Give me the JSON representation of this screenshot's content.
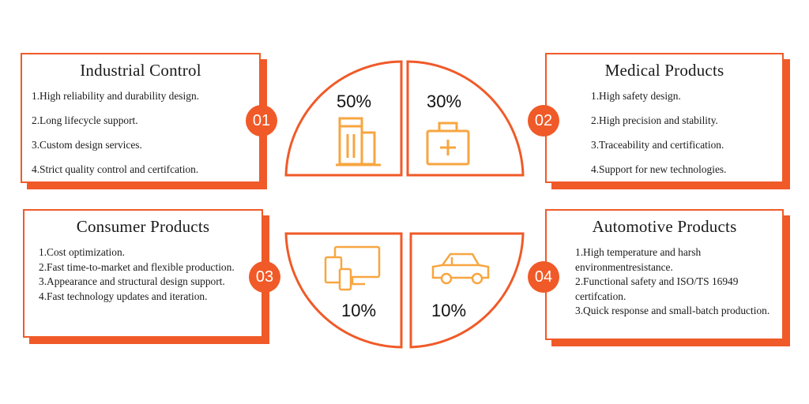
{
  "colors": {
    "accent": "#f05a28",
    "icon": "#f7a640"
  },
  "cards": [
    {
      "title": "Industrial Control",
      "badge": "01",
      "items": [
        "1.High reliability and durability design.",
        "2.Long lifecycle support.",
        "3.Custom design services.",
        "4.Strict quality control and certifcation."
      ]
    },
    {
      "title": "Medical Products",
      "badge": "02",
      "items": [
        "1.High safety design.",
        "2.High precision and stability.",
        "3.Traceability and certification.",
        "4.Support for new technologies."
      ]
    },
    {
      "title": "Consumer Products",
      "badge": "03",
      "items": [
        "1.Cost optimization.",
        "2.Fast time-to-market and flexible production.",
        "3.Appearance and structural design support.",
        "4.Fast technology updates and iteration."
      ]
    },
    {
      "title": "Automotive Products",
      "badge": "04",
      "items": [
        "1.High temperature and harsh environmentresistance.",
        "2.Functional safety and ISO/TS 16949 certifcation.",
        "3.Quick response and small-batch production."
      ]
    }
  ],
  "segments": [
    {
      "percent": "50%",
      "icon": "building-icon"
    },
    {
      "percent": "30%",
      "icon": "medical-kit-icon"
    },
    {
      "percent": "10%",
      "icon": "devices-icon"
    },
    {
      "percent": "10%",
      "icon": "car-icon"
    }
  ]
}
